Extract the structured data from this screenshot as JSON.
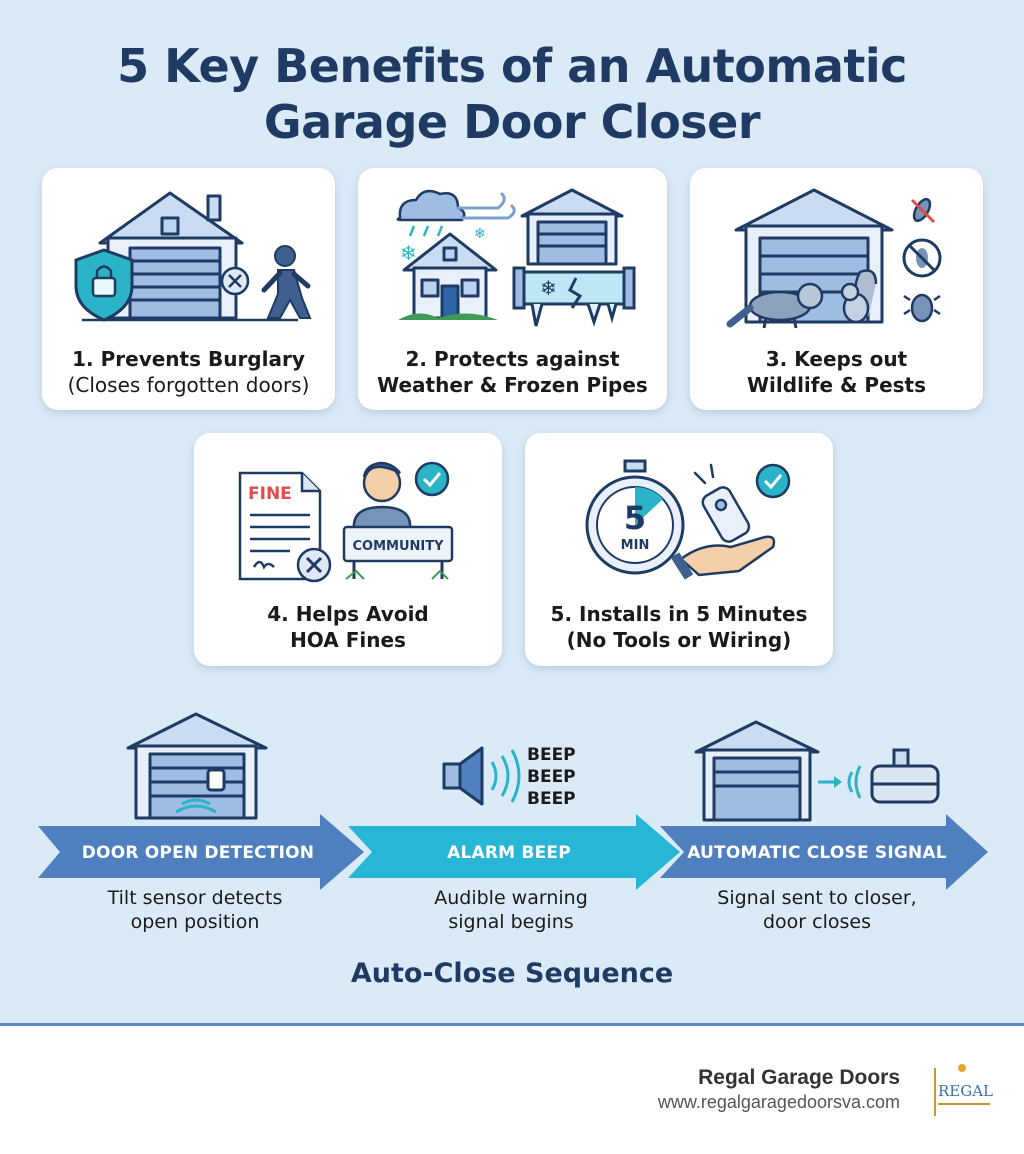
{
  "title_line1": "5 Key Benefits of an Automatic",
  "title_line2": "Garage Door Closer",
  "benefits": [
    {
      "line1": "1. Prevents Burglary",
      "line2": "(Closes forgotten doors)"
    },
    {
      "line1": "2. Protects against",
      "line2": "Weather & Frozen Pipes"
    },
    {
      "line1": "3. Keeps out",
      "line2": "Wildlife & Pests"
    },
    {
      "line1": "4. Helps Avoid",
      "line2": "HOA Fines"
    },
    {
      "line1": "5. Installs in 5 Minutes",
      "line2": "(No Tools or Wiring)"
    }
  ],
  "icon_text": {
    "fine": "FINE",
    "community": "COMMUNITY",
    "timer_number": "5",
    "timer_unit": "MIN"
  },
  "sequence": {
    "steps": [
      {
        "label": "DOOR OPEN DETECTION",
        "desc1": "Tilt sensor detects",
        "desc2": "open position"
      },
      {
        "label": "ALARM BEEP",
        "desc1": "Audible warning",
        "desc2": "signal begins"
      },
      {
        "label": "AUTOMATIC CLOSE SIGNAL",
        "desc1": "Signal sent to closer,",
        "desc2": "door closes"
      }
    ],
    "beeps": [
      "BEEP",
      "BEEP",
      "BEEP"
    ],
    "title": "Auto-Close Sequence"
  },
  "footer": {
    "brand": "Regal Garage Doors",
    "url": "www.regalgaragedoorsva.com",
    "logo_text": "REGAL"
  },
  "colors": {
    "background": "#dbeaf7",
    "navy": "#1f3b63",
    "arrow_blue": "#4f7fbf",
    "arrow_cyan": "#27b6d6",
    "accent_teal": "#2bb3c8",
    "danger_red": "#e04b4b"
  },
  "icons": [
    "house-icon",
    "lock-shield-icon",
    "burglar-icon",
    "cloud-icon",
    "wind-icon",
    "snowflake-icon",
    "frozen-pipe-icon",
    "raccoon-icon",
    "squirrel-icon",
    "no-pest-icon",
    "document-icon",
    "person-icon",
    "check-icon",
    "stopwatch-icon",
    "remote-hand-icon",
    "speaker-icon",
    "closer-motor-icon"
  ]
}
